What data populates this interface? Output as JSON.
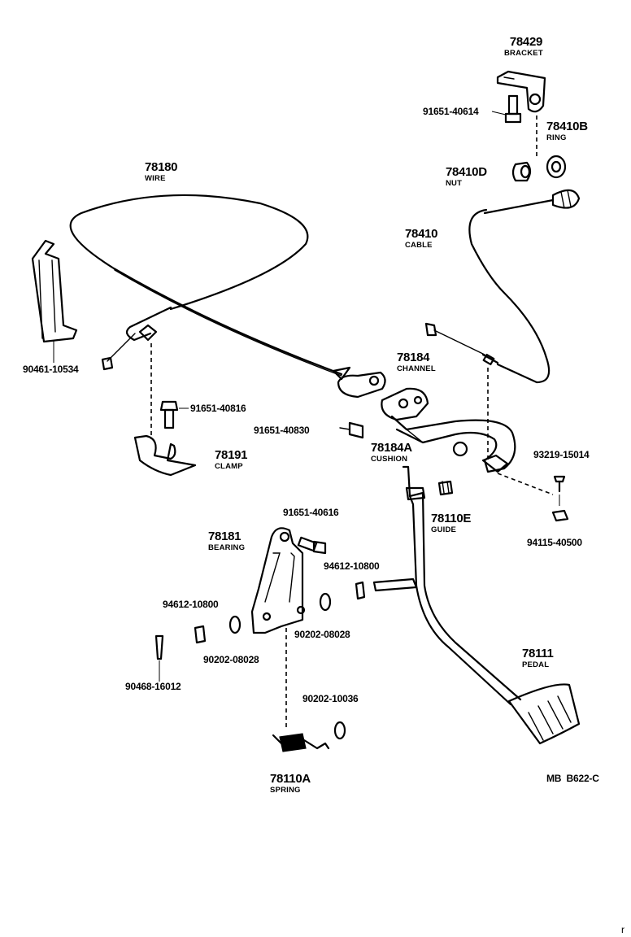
{
  "parts": {
    "bracket": {
      "num": "78429",
      "name": "BRACKET"
    },
    "bolt_40614": {
      "pn": "91651-40614"
    },
    "ring": {
      "num": "78410B",
      "name": "RING"
    },
    "nut": {
      "num": "78410D",
      "name": "NUT"
    },
    "cable": {
      "num": "78410",
      "name": "CABLE"
    },
    "wire": {
      "num": "78180",
      "name": "WIRE"
    },
    "holder_10534": {
      "pn": "90461-10534"
    },
    "bolt_40816": {
      "pn": "91651-40816"
    },
    "clamp": {
      "num": "78191",
      "name": "CLAMP"
    },
    "channel": {
      "num": "78184",
      "name": "CHANNEL"
    },
    "bolt_40830": {
      "pn": "91651-40830"
    },
    "cushion": {
      "num": "78184A",
      "name": "CUSHION"
    },
    "pin_15014": {
      "pn": "93219-15014"
    },
    "guide": {
      "num": "78110E",
      "name": "GUIDE"
    },
    "nut_40500": {
      "pn": "94115-40500"
    },
    "bolt_40616": {
      "pn": "91651-40616"
    },
    "bearing": {
      "num": "78181",
      "name": "BEARING"
    },
    "washer_10800_r": {
      "pn": "94612-10800"
    },
    "washer_10800_l": {
      "pn": "94612-10800"
    },
    "washer_08028_r": {
      "pn": "90202-08028"
    },
    "washer_08028_l": {
      "pn": "90202-08028"
    },
    "pin_16012": {
      "pn": "90468-16012"
    },
    "pedal": {
      "num": "78111",
      "name": "PEDAL"
    },
    "washer_10036": {
      "pn": "90202-10036"
    },
    "spring": {
      "num": "78110A",
      "name": "SPRING"
    }
  },
  "figure_code": "MB  B622-C",
  "corner_mark": "r"
}
